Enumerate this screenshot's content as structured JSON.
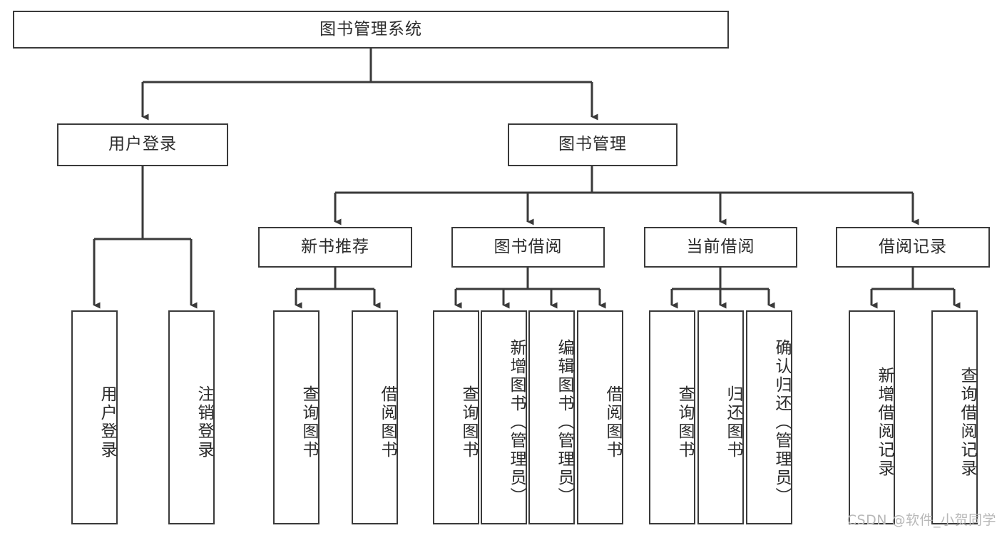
{
  "diagram": {
    "title": "图书管理系统",
    "root": {
      "label": "图书管理系统"
    },
    "level2": [
      {
        "label": "用户登录"
      },
      {
        "label": "图书管理"
      }
    ],
    "level3": [
      {
        "label": "新书推荐"
      },
      {
        "label": "图书借阅"
      },
      {
        "label": "当前借阅"
      },
      {
        "label": "借阅记录"
      }
    ],
    "leaves": {
      "user_login": [
        {
          "label": "用户登录"
        },
        {
          "label": "注销登录"
        }
      ],
      "new_book_recommend": [
        {
          "label": "查询图书"
        },
        {
          "label": "借阅图书"
        }
      ],
      "book_borrow": [
        {
          "label": "查询图书"
        },
        {
          "label": "新增图书（管理员）"
        },
        {
          "label": "编辑图书（管理员）"
        },
        {
          "label": "借阅图书"
        }
      ],
      "current_borrow": [
        {
          "label": "查询图书"
        },
        {
          "label": "归还图书"
        },
        {
          "label": "确认归还（管理员）"
        }
      ],
      "borrow_record": [
        {
          "label": "新增借阅记录"
        },
        {
          "label": "查询借阅记录"
        }
      ]
    }
  },
  "watermark": {
    "text": "CSDN @软件_小贺同学"
  },
  "colors": {
    "stroke": "#3a3a3a",
    "text": "#2b2b2b",
    "background": "#ffffff",
    "watermark": "#b8b8b8"
  }
}
